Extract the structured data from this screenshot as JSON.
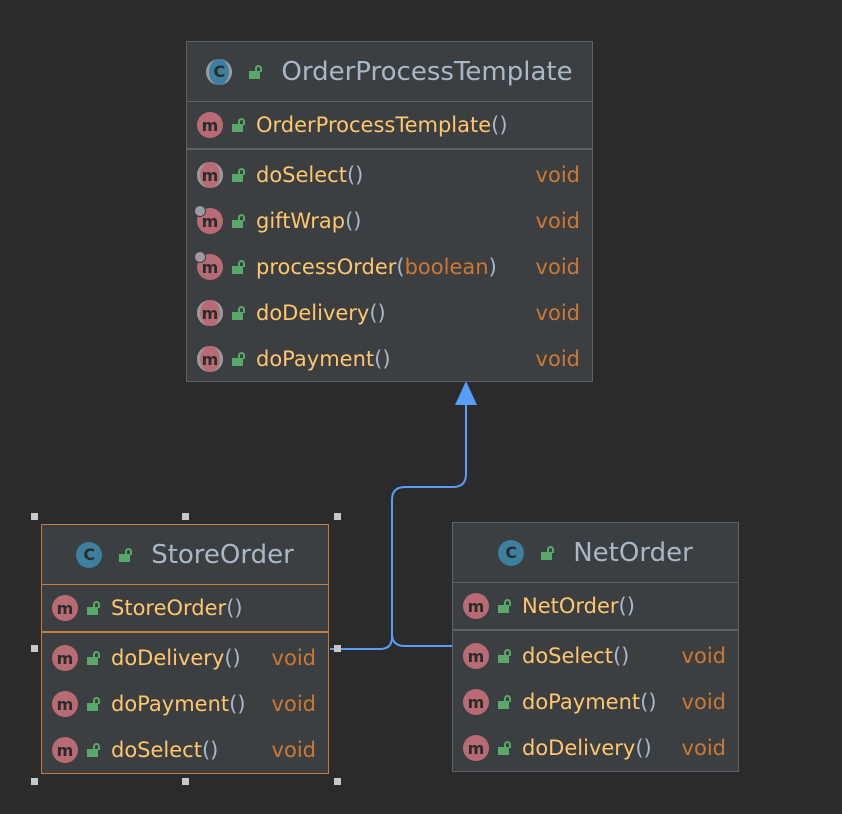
{
  "diagram": {
    "parent": {
      "name": "OrderProcessTemplate",
      "constructor": {
        "name": "OrderProcessTemplate",
        "params": "()"
      },
      "methods": [
        {
          "name": "doSelect",
          "param_type": "",
          "ret": "void",
          "icon": "abstract"
        },
        {
          "name": "giftWrap",
          "param_type": "",
          "ret": "void",
          "icon": "overridden"
        },
        {
          "name": "processOrder",
          "param_type": "boolean",
          "ret": "void",
          "icon": "overridden"
        },
        {
          "name": "doDelivery",
          "param_type": "",
          "ret": "void",
          "icon": "abstract"
        },
        {
          "name": "doPayment",
          "param_type": "",
          "ret": "void",
          "icon": "abstract"
        }
      ]
    },
    "store": {
      "name": "StoreOrder",
      "constructor": {
        "name": "StoreOrder",
        "params": "()"
      },
      "methods": [
        {
          "name": "doDelivery",
          "ret": "void"
        },
        {
          "name": "doPayment",
          "ret": "void"
        },
        {
          "name": "doSelect",
          "ret": "void"
        }
      ]
    },
    "net": {
      "name": "NetOrder",
      "constructor": {
        "name": "NetOrder",
        "params": "()"
      },
      "methods": [
        {
          "name": "doSelect",
          "ret": "void"
        },
        {
          "name": "doPayment",
          "ret": "void"
        },
        {
          "name": "doDelivery",
          "ret": "void"
        }
      ]
    },
    "icons": {
      "class": "C",
      "method": "m"
    },
    "colors": {
      "arrow": "#589df6",
      "selection": "#c27b3c",
      "method": "#ffc66d",
      "type": "#cc7832"
    }
  }
}
